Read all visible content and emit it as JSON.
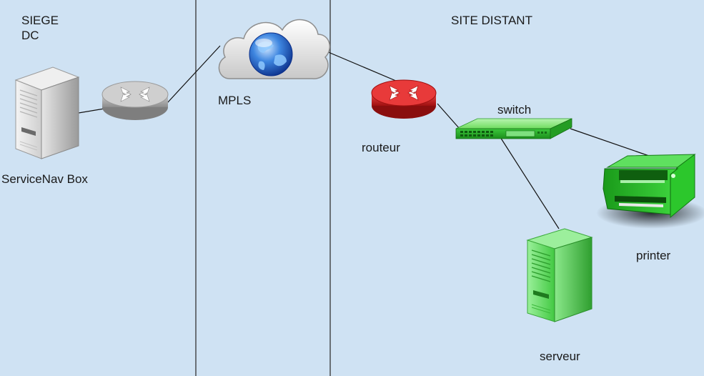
{
  "zones": {
    "siege": {
      "line1": "SIEGE",
      "line2": "DC"
    },
    "site_distant": {
      "title": "SITE DISTANT"
    }
  },
  "nodes": {
    "servicenav_box": {
      "label": "ServiceNav Box",
      "icon": "server-tower-icon",
      "color": "#d9d9d9"
    },
    "siege_router": {
      "label": "",
      "icon": "router-icon",
      "color": "#b7b7b7"
    },
    "mpls": {
      "label": "MPLS",
      "icon": "cloud-globe-icon",
      "color": "#2a6fd6"
    },
    "routeur": {
      "label": "routeur",
      "icon": "router-icon",
      "color": "#d62828"
    },
    "switch": {
      "label": "switch",
      "icon": "network-switch-icon",
      "color": "#2fbf2f"
    },
    "printer": {
      "label": "printer",
      "icon": "printer-icon",
      "color": "#22b522"
    },
    "serveur": {
      "label": "serveur",
      "icon": "server-tower-icon",
      "color": "#5fd85f"
    }
  },
  "links": [
    {
      "from": "servicenav_box",
      "to": "siege_router"
    },
    {
      "from": "siege_router",
      "to": "mpls"
    },
    {
      "from": "mpls",
      "to": "routeur"
    },
    {
      "from": "routeur",
      "to": "switch"
    },
    {
      "from": "switch",
      "to": "printer"
    },
    {
      "from": "switch",
      "to": "serveur"
    }
  ]
}
